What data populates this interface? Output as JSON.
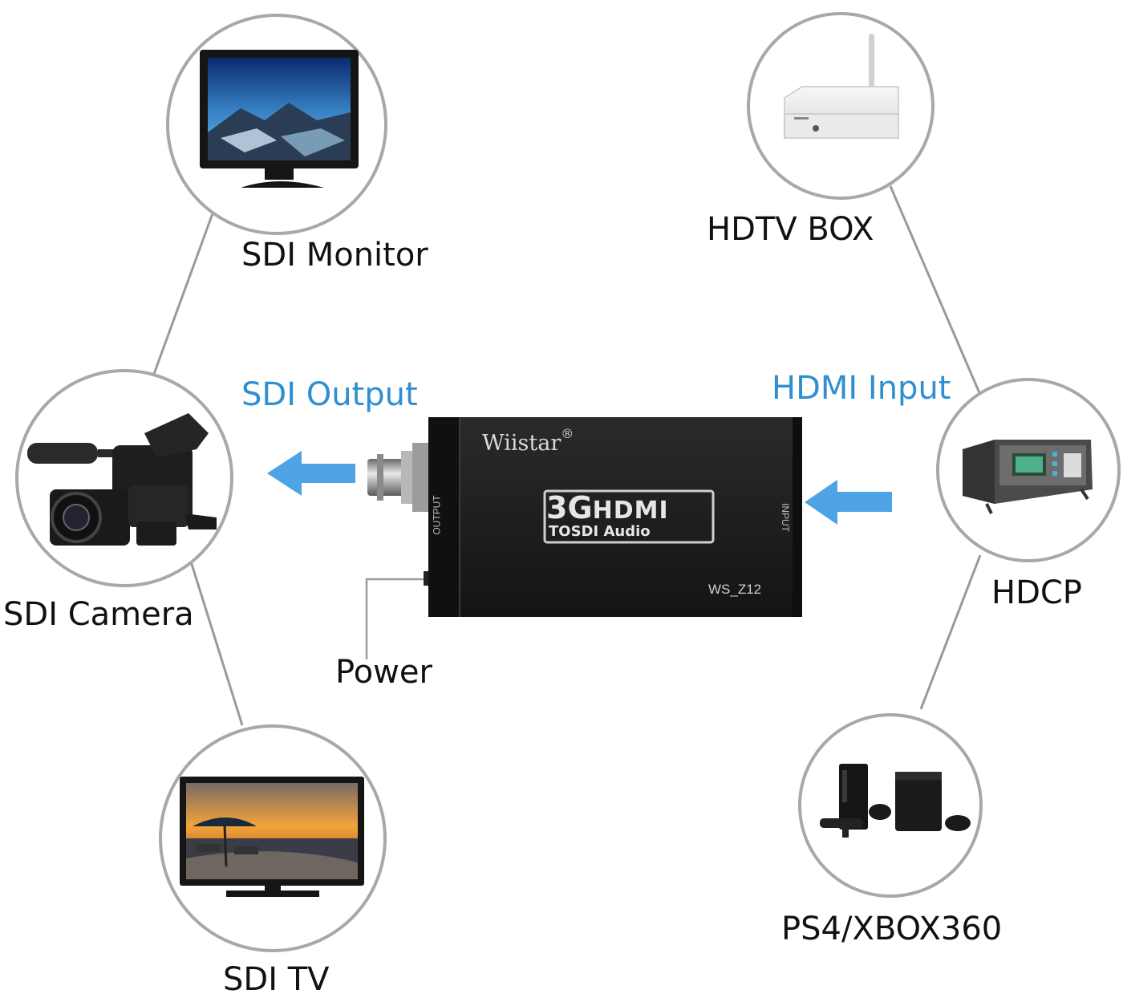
{
  "colors": {
    "accent_blue": "#2f8fd0",
    "arrow_blue": "#4ea3e4",
    "line_gray": "#9a9a9a",
    "circle_stroke": "#a8a8a8",
    "device_body": "#1d1d1d"
  },
  "labels": {
    "sdi_monitor": "SDI Monitor",
    "hdtv_box": "HDTV BOX",
    "sdi_output": "SDI Output",
    "hdmi_input": "HDMI Input",
    "sdi_camera": "SDI Camera",
    "hdcp": "HDCP",
    "power": "Power",
    "sdi_tv": "SDI TV",
    "ps4_xbox360": "PS4/XBOX360"
  },
  "device": {
    "brand": "Wiistar",
    "registered": "®",
    "logo_line1_a": "3G",
    "logo_line1_b": "HDMI",
    "logo_line2": "TOSDI Audio",
    "model": "WS_Z12",
    "port_output": "OUTPUT",
    "port_input": "INPUT"
  },
  "icons": [
    "monitor-icon",
    "set-top-box-icon",
    "video-camera-icon",
    "hdcp-analyzer-icon",
    "tv-icon",
    "game-consoles-icon"
  ]
}
